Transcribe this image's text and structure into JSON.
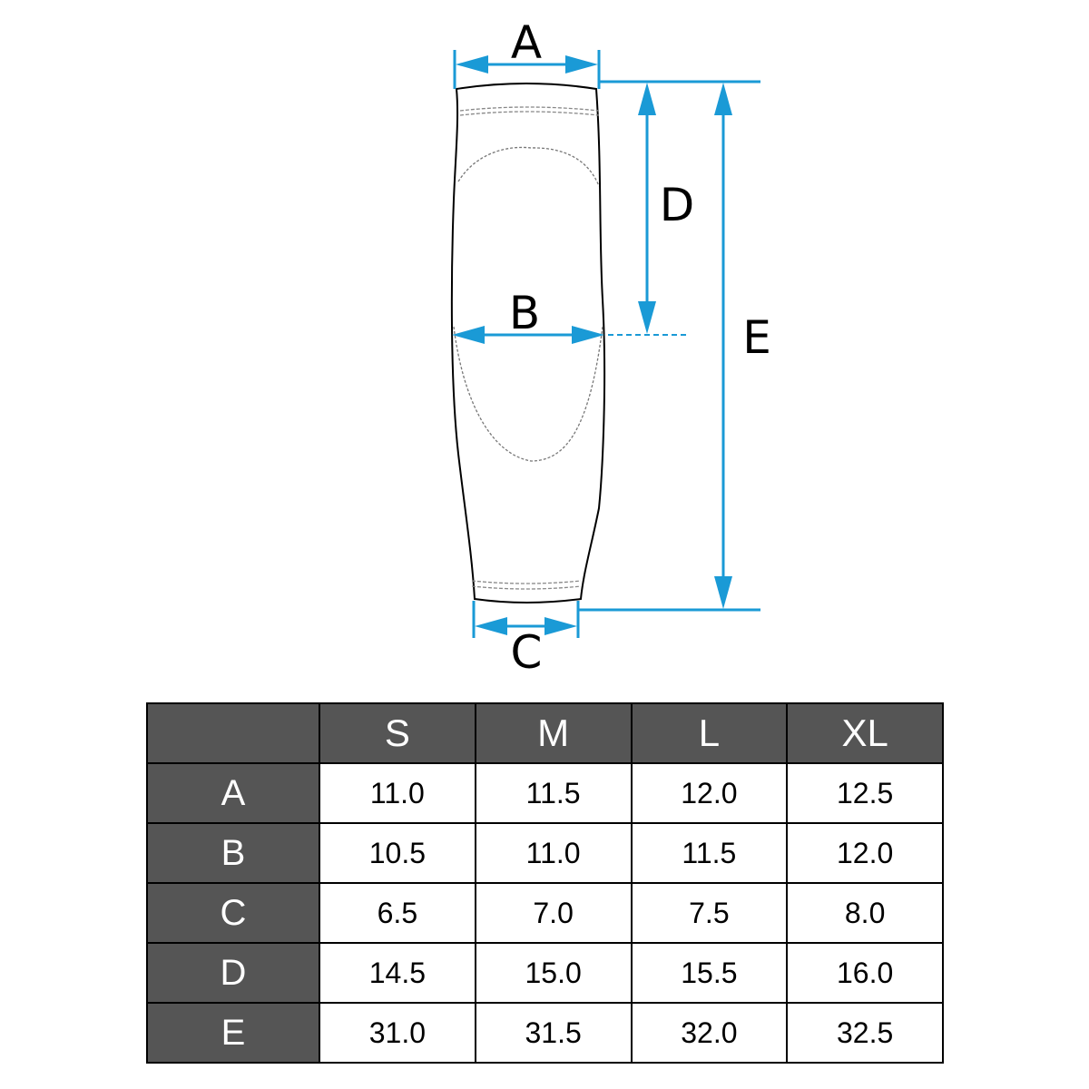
{
  "diagram": {
    "labels": {
      "a": "A",
      "b": "B",
      "c": "C",
      "d": "D",
      "e": "E"
    },
    "accent_color": "#1a9ad6",
    "outline_color": "#000000"
  },
  "table": {
    "header_bg": "#555555",
    "corner": "",
    "columns": [
      "S",
      "M",
      "L",
      "XL"
    ],
    "rows": [
      {
        "label": "A",
        "values": [
          "11.0",
          "11.5",
          "12.0",
          "12.5"
        ]
      },
      {
        "label": "B",
        "values": [
          "10.5",
          "11.0",
          "11.5",
          "12.0"
        ]
      },
      {
        "label": "C",
        "values": [
          "6.5",
          "7.0",
          "7.5",
          "8.0"
        ]
      },
      {
        "label": "D",
        "values": [
          "14.5",
          "15.0",
          "15.5",
          "16.0"
        ]
      },
      {
        "label": "E",
        "values": [
          "31.0",
          "31.5",
          "32.0",
          "32.5"
        ]
      }
    ]
  }
}
